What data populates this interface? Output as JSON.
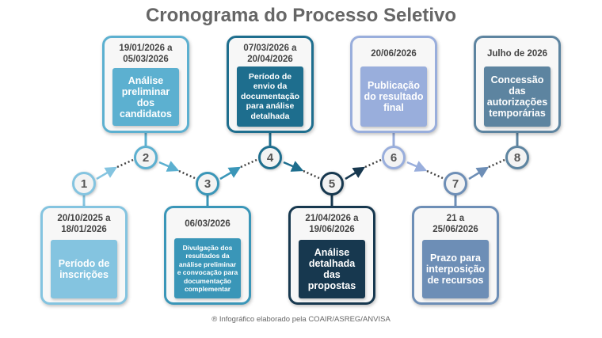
{
  "title": "Cronograma do Processo Seletivo",
  "steps": [
    {
      "num": "1",
      "date_l1": "20/10/2025 a",
      "date_l2": "18/01/2026",
      "text": "Período de inscrições",
      "color": "#84c4e0"
    },
    {
      "num": "2",
      "date_l1": "19/01/2026 a",
      "date_l2": "05/03/2026",
      "text": "Análise preliminar dos candidatos",
      "color": "#5cb0d0"
    },
    {
      "num": "3",
      "date_l1": "06/03/2026",
      "date_l2": "",
      "text": "Divulgação dos resultados da análise preliminar e convocação para documentação complementar",
      "color": "#3a96b8"
    },
    {
      "num": "4",
      "date_l1": "07/03/2026 a",
      "date_l2": "20/04/2026",
      "text": "Período de envio da documentação para análise detalhada",
      "color": "#1e6e8e"
    },
    {
      "num": "5",
      "date_l1": "21/04/2026 a",
      "date_l2": "19/06/2026",
      "text": "Análise detalhada das propostas",
      "color": "#17384f"
    },
    {
      "num": "6",
      "date_l1": "20/06/2026",
      "date_l2": "",
      "text": "Publicação do resultado final",
      "color": "#99aedc"
    },
    {
      "num": "7",
      "date_l1": "21 a",
      "date_l2": "25/06/2026",
      "text": "Prazo para interposição de recursos",
      "color": "#6d8eb6"
    },
    {
      "num": "8",
      "date_l1": "Julho de 2026",
      "date_l2": "",
      "text": "Concessão das autorizações temporárias",
      "color": "#5d84a0"
    }
  ],
  "credit": "® Infográfico elaborado pela COAIR/ASREG/ANVISA"
}
